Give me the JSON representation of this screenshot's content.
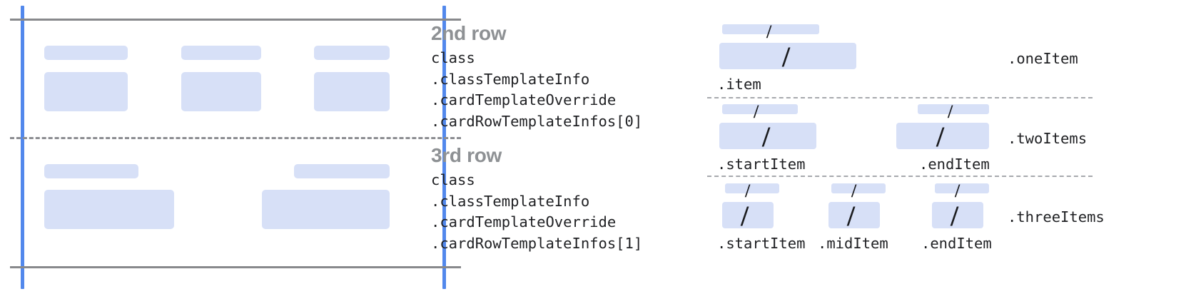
{
  "colors": {
    "placeholder_blue": "#d7e0f7",
    "guide_blue": "#5288ec",
    "guide_gray": "#88898c",
    "dash_gray": "#a7a9ad",
    "title_gray": "#8e9194",
    "code_black": "#1f2023"
  },
  "card_preview": {
    "name": "card-preview",
    "rows": [
      {
        "name": "second-row-preview",
        "slots": [
          {
            "label_bar": true,
            "content_bar": true
          },
          {
            "label_bar": true,
            "content_bar": true
          },
          {
            "label_bar": true,
            "content_bar": true
          }
        ]
      },
      {
        "name": "third-row-preview",
        "slots": [
          {
            "label_bar": true,
            "content_bar": true
          },
          {
            "label_bar": true,
            "content_bar": true
          }
        ]
      }
    ]
  },
  "row_blocks": [
    {
      "title": "2nd row",
      "code_lines": [
        "class",
        ".classTemplateInfo",
        ".cardTemplateOverride",
        ".cardRowTemplateInfos[0]"
      ]
    },
    {
      "title": "3rd row",
      "code_lines": [
        "class",
        ".classTemplateInfo",
        ".cardTemplateOverride",
        ".cardRowTemplateInfos[1]"
      ]
    }
  ],
  "variants": [
    {
      "variant_label": ".oneItem",
      "slots": [
        {
          "slot_label": ".item",
          "glyph": "/"
        }
      ]
    },
    {
      "variant_label": ".twoItems",
      "slots": [
        {
          "slot_label": ".startItem",
          "glyph": "/"
        },
        {
          "slot_label": ".endItem",
          "glyph": "/"
        }
      ]
    },
    {
      "variant_label": ".threeItems",
      "slots": [
        {
          "slot_label": ".startItem",
          "glyph": "/"
        },
        {
          "slot_label": ".midItem",
          "glyph": "/"
        },
        {
          "slot_label": ".endItem",
          "glyph": "/"
        }
      ]
    }
  ]
}
